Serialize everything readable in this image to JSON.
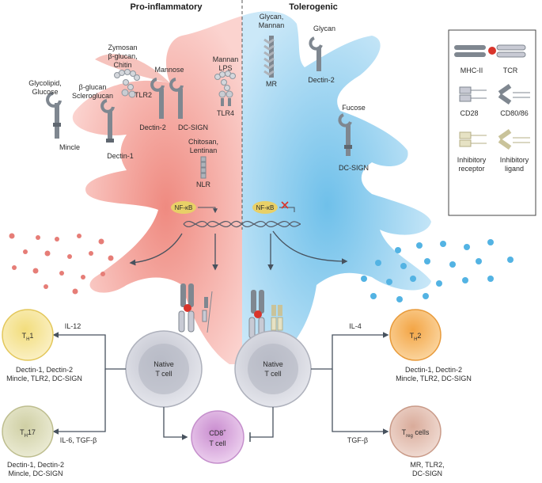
{
  "header": {
    "left": "Pro-inflammatory",
    "right": "Tolerogenic"
  },
  "receptors_left": {
    "glycolipid": [
      "Glycolipid,",
      "Glucose"
    ],
    "mincle": "Mincle",
    "beta_glucan": [
      "β-glucan",
      "Scleroglucan"
    ],
    "dectin1": "Dectin-1",
    "zymosan": [
      "Zymosan",
      "β-glucan,",
      "Chitin"
    ],
    "tlr2": "TLR2",
    "mannose": "Mannose",
    "dectin2": "Dectin-2",
    "dcsign": "DC-SIGN",
    "mannan_lps": [
      "Mannan",
      "LPS"
    ],
    "tlr4": "TLR4",
    "chitosan": [
      "Chitosan,",
      "Lentinan"
    ],
    "nlr": "NLR",
    "nfkb": "NF-κB"
  },
  "receptors_right": {
    "glycan_mannan": [
      "Glycan,",
      "Mannan"
    ],
    "mr": "MR",
    "glycan": "Glycan",
    "dectin2": "Dectin-2",
    "fucose": "Fucose",
    "dcsign": "DC-SIGN",
    "nfkb": "NF-κB"
  },
  "legend": {
    "mhc": "MHC-II",
    "tcr": "TCR",
    "cd28": "CD28",
    "cd80": "CD80/86",
    "inh_receptor": [
      "Inhibitory",
      "receptor"
    ],
    "inh_ligand": [
      "Inhibitory",
      "ligand"
    ]
  },
  "tcells": {
    "native_left": [
      "Native",
      "T cell"
    ],
    "native_right": [
      "Native",
      "T cell"
    ],
    "cd8": [
      "CD8",
      "T cell"
    ],
    "cd8_sup": "+"
  },
  "outcomes": {
    "th1": {
      "main": "T",
      "sub": "H",
      "rest": "1",
      "signal": "IL-12",
      "receptors": [
        "Dectin-1, Dectin-2",
        "Mincle, TLR2, DC-SIGN"
      ]
    },
    "th17": {
      "main": "T",
      "sub": "H",
      "rest": "17",
      "signal": "IL-6, TGF-β",
      "receptors": [
        "Dectin-1, Dectin-2",
        "Mincle, DC-SIGN"
      ]
    },
    "th2": {
      "main": "T",
      "sub": "H",
      "rest": "2",
      "signal": "IL-4",
      "receptors": [
        "Dectin-1, Dectin-2",
        "Mincle, TLR2, DC-SIGN"
      ]
    },
    "treg": {
      "main": "T",
      "sub": "reg",
      "rest": " cells",
      "signal": "TGF-β",
      "receptors": [
        "MR, TLR2,",
        "DC-SIGN"
      ]
    }
  },
  "colors": {
    "pro_cell": "#f4b3ad",
    "tol_cell": "#9fd3ef",
    "receptor": "#7f8790",
    "nfkb": "#e8d067",
    "th1": "#f6e6a0",
    "th17": "#dcdcba",
    "th2": "#f6b968",
    "treg": "#e4c2b5",
    "cd8": "#d9a7dc",
    "tcell": "#c8cad4"
  }
}
